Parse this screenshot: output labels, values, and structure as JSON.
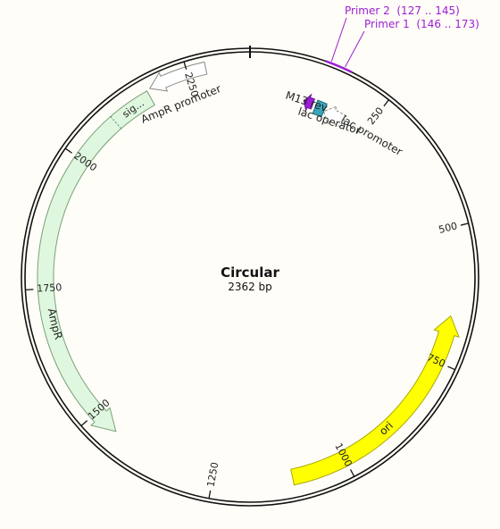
{
  "map": {
    "name": "Circular",
    "length_label": "2362 bp",
    "total_bp": 2362,
    "colors": {
      "background": "#fffdf7",
      "backbone": "#111111",
      "ampr_fill": "#dff7df",
      "ampr_stroke": "#7aa07a",
      "ori_fill": "#ffff00",
      "ori_stroke": "#a8a800",
      "promoter_fill": "#ffffff",
      "promoter_stroke": "#888888",
      "m13_fill": "#9b1fd6",
      "lac_operator_fill": "#3aa6b9",
      "primer_color": "#9b1fd6"
    }
  },
  "ticks": [
    {
      "bp": 250,
      "label": "250"
    },
    {
      "bp": 500,
      "label": "500"
    },
    {
      "bp": 750,
      "label": "750"
    },
    {
      "bp": 1000,
      "label": "1000"
    },
    {
      "bp": 1250,
      "label": "1250"
    },
    {
      "bp": 1500,
      "label": "1500"
    },
    {
      "bp": 1750,
      "label": "1750"
    },
    {
      "bp": 2000,
      "label": "2000"
    },
    {
      "bp": 2250,
      "label": "2250"
    }
  ],
  "features": {
    "ampr": {
      "label": "AmpR"
    },
    "ampr_signal": {
      "label": "sig..."
    },
    "ampr_promoter": {
      "label": "AmpR promoter"
    },
    "ori": {
      "label": "ori"
    },
    "m13_rev": {
      "label": "M13 rev"
    },
    "lac_operator": {
      "label": "lac operator"
    },
    "lac_promoter": {
      "label": "lac promoter"
    }
  },
  "primers": [
    {
      "name": "Primer 2",
      "range": "(127 .. 145)",
      "label": "Primer 2  (127 .. 145)"
    },
    {
      "name": "Primer 1",
      "range": "(146 .. 173)",
      "label": "Primer 1  (146 .. 173)"
    }
  ]
}
